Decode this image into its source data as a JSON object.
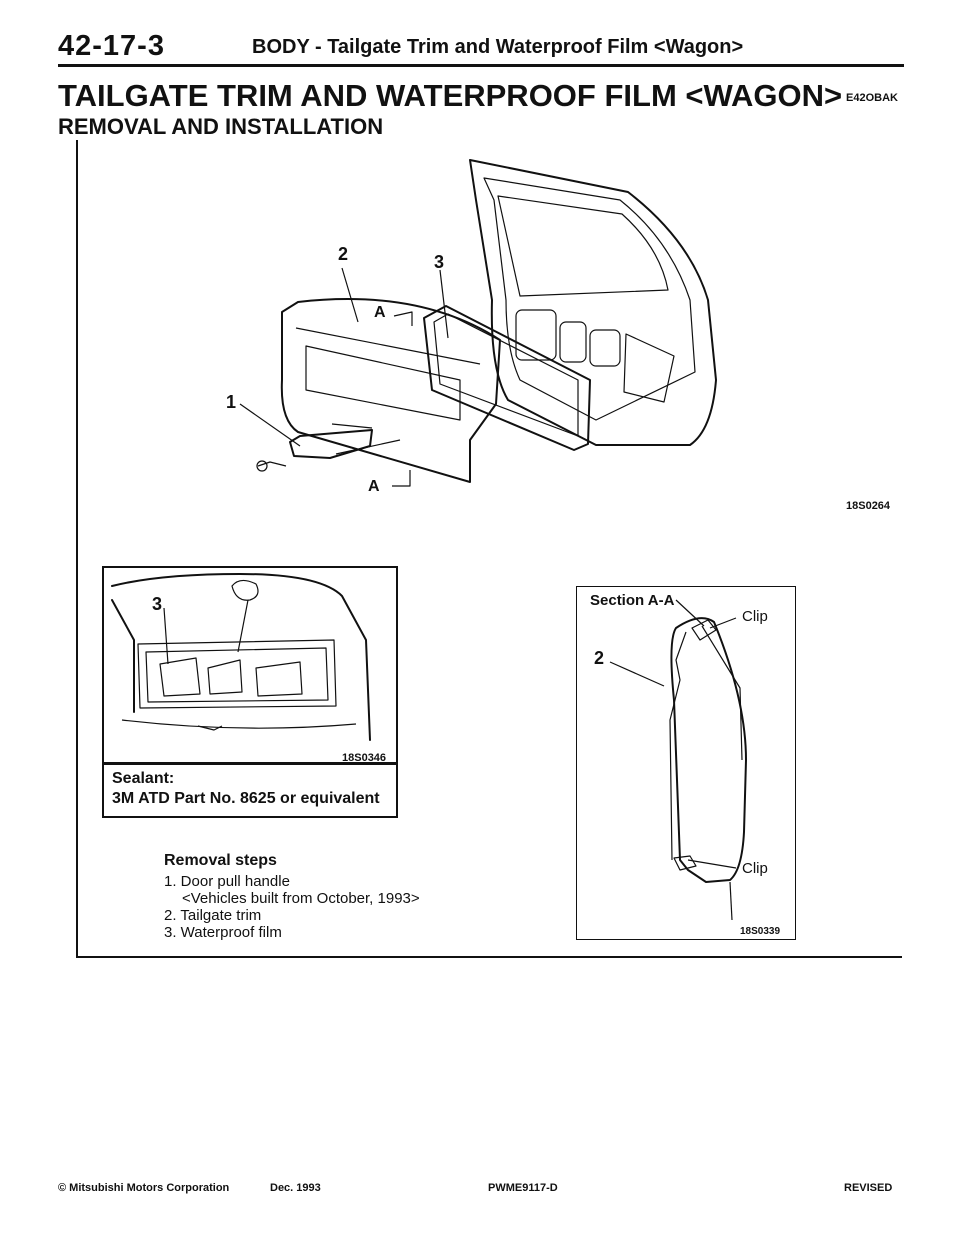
{
  "header": {
    "page_number": "42-17-3",
    "section": "BODY - Tailgate Trim and Waterproof Film <Wagon>"
  },
  "title": "TAILGATE TRIM AND WATERPROOF FILM <WAGON>",
  "title_code": "E42OBAK",
  "subtitle": "REMOVAL AND INSTALLATION",
  "main_figure": {
    "callouts": [
      "1",
      "2",
      "3"
    ],
    "section_marker_top": "A",
    "section_marker_bottom": "A",
    "figure_code": "18S0264"
  },
  "sealant_figure": {
    "callout": "3",
    "figure_code": "18S0346",
    "note_label": "Sealant:",
    "note_value": "3M ATD Part No. 8625 or equivalent"
  },
  "section_figure": {
    "title": "Section A-A",
    "clip_top": "Clip",
    "clip_bottom": "Clip",
    "callout": "2",
    "figure_code": "18S0339"
  },
  "removal_steps": {
    "title": "Removal steps",
    "items": [
      "1. Door pull handle",
      "<Vehicles built from October, 1993>",
      "2. Tailgate trim",
      "3. Waterproof film"
    ]
  },
  "footer": {
    "copyright": "© Mitsubishi Motors Corporation",
    "date": "Dec. 1993",
    "doc_code": "PWME9117-D",
    "status": "REVISED"
  }
}
